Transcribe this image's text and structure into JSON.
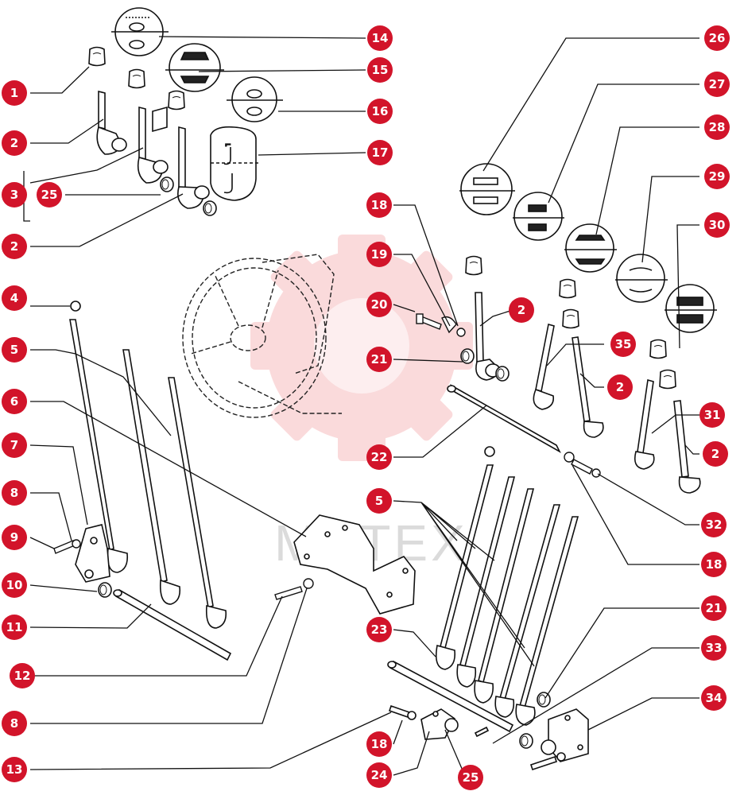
{
  "watermark": {
    "text": "МИТЕХ",
    "color": "#e8383d"
  },
  "colors": {
    "callout": "#d2142a",
    "line": "#111111"
  },
  "callouts": [
    {
      "id": "c14",
      "label": "14"
    },
    {
      "id": "c15",
      "label": "15"
    },
    {
      "id": "c16",
      "label": "16"
    },
    {
      "id": "c17",
      "label": "17"
    },
    {
      "id": "c1",
      "label": "1"
    },
    {
      "id": "c2a",
      "label": "2"
    },
    {
      "id": "c3",
      "label": "3"
    },
    {
      "id": "c25a",
      "label": "25"
    },
    {
      "id": "c2b",
      "label": "2"
    },
    {
      "id": "c26",
      "label": "26"
    },
    {
      "id": "c27",
      "label": "27"
    },
    {
      "id": "c28",
      "label": "28"
    },
    {
      "id": "c29",
      "label": "29"
    },
    {
      "id": "c30",
      "label": "30"
    },
    {
      "id": "c18a",
      "label": "18"
    },
    {
      "id": "c19",
      "label": "19"
    },
    {
      "id": "c20",
      "label": "20"
    },
    {
      "id": "c2c",
      "label": "2"
    },
    {
      "id": "c35",
      "label": "35"
    },
    {
      "id": "c21a",
      "label": "21"
    },
    {
      "id": "c2d",
      "label": "2"
    },
    {
      "id": "c31",
      "label": "31"
    },
    {
      "id": "c2e",
      "label": "2"
    },
    {
      "id": "c22",
      "label": "22"
    },
    {
      "id": "c4",
      "label": "4"
    },
    {
      "id": "c5a",
      "label": "5"
    },
    {
      "id": "c6",
      "label": "6"
    },
    {
      "id": "c7",
      "label": "7"
    },
    {
      "id": "c8a",
      "label": "8"
    },
    {
      "id": "c9",
      "label": "9"
    },
    {
      "id": "c10",
      "label": "10"
    },
    {
      "id": "c11",
      "label": "11"
    },
    {
      "id": "c12",
      "label": "12"
    },
    {
      "id": "c8b",
      "label": "8"
    },
    {
      "id": "c13",
      "label": "13"
    },
    {
      "id": "c5b",
      "label": "5"
    },
    {
      "id": "c32",
      "label": "32"
    },
    {
      "id": "c18b",
      "label": "18"
    },
    {
      "id": "c21b",
      "label": "21"
    },
    {
      "id": "c23",
      "label": "23"
    },
    {
      "id": "c33",
      "label": "33"
    },
    {
      "id": "c34",
      "label": "34"
    },
    {
      "id": "c18c",
      "label": "18"
    },
    {
      "id": "c24",
      "label": "24"
    },
    {
      "id": "c25b",
      "label": "25"
    }
  ]
}
